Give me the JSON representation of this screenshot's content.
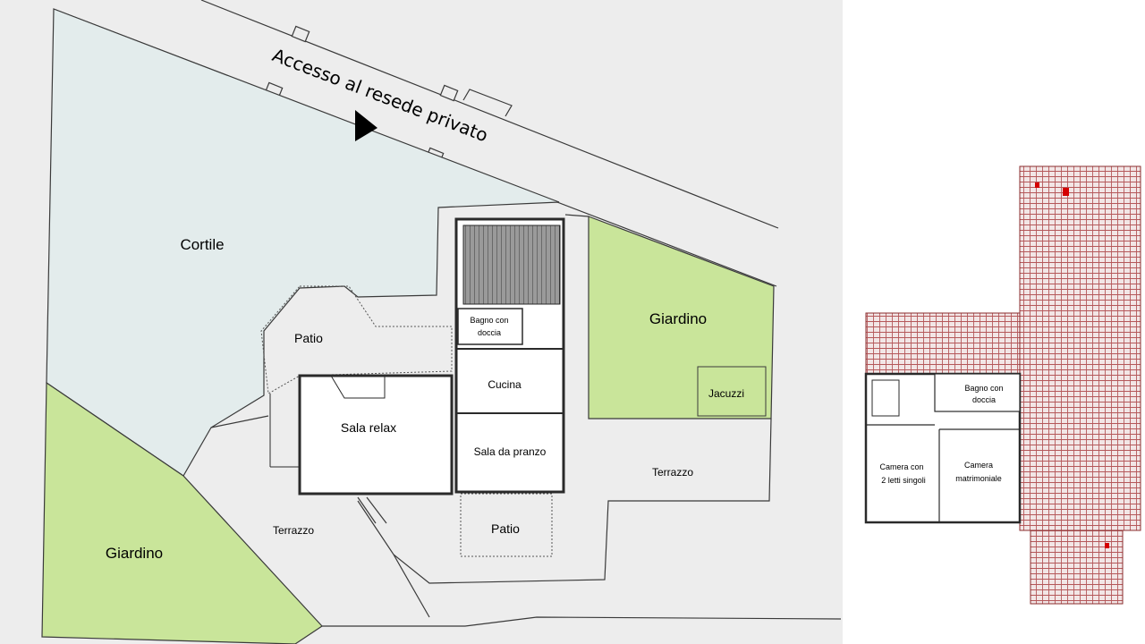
{
  "plan": {
    "access_label": "Accesso al resede privato",
    "ground_floor": {
      "cortile": "Cortile",
      "giardino_left": "Giardino",
      "giardino_right": "Giardino",
      "jacuzzi": "Jacuzzi",
      "patio_top": "Patio",
      "patio_bottom": "Patio",
      "bagno_line1": "Bagno con",
      "bagno_line2": "doccia",
      "cucina": "Cucina",
      "sala_relax": "Sala relax",
      "sala_pranzo": "Sala da pranzo",
      "terrazzo_left": "Terrazzo",
      "terrazzo_right": "Terrazzo"
    },
    "upper_floor": {
      "bagno_line1": "Bagno con",
      "bagno_line2": "doccia",
      "camera_singoli_line1": "Camera con",
      "camera_singoli_line2": "2 letti singoli",
      "camera_matr_line1": "Camera",
      "camera_matr_line2": "matrimoniale"
    },
    "colors": {
      "paper": "#ededed",
      "courtyard": "#e3ecec",
      "garden": "#c9e59a",
      "roof": "#b5585a",
      "wall": "#2a2a2a"
    }
  }
}
